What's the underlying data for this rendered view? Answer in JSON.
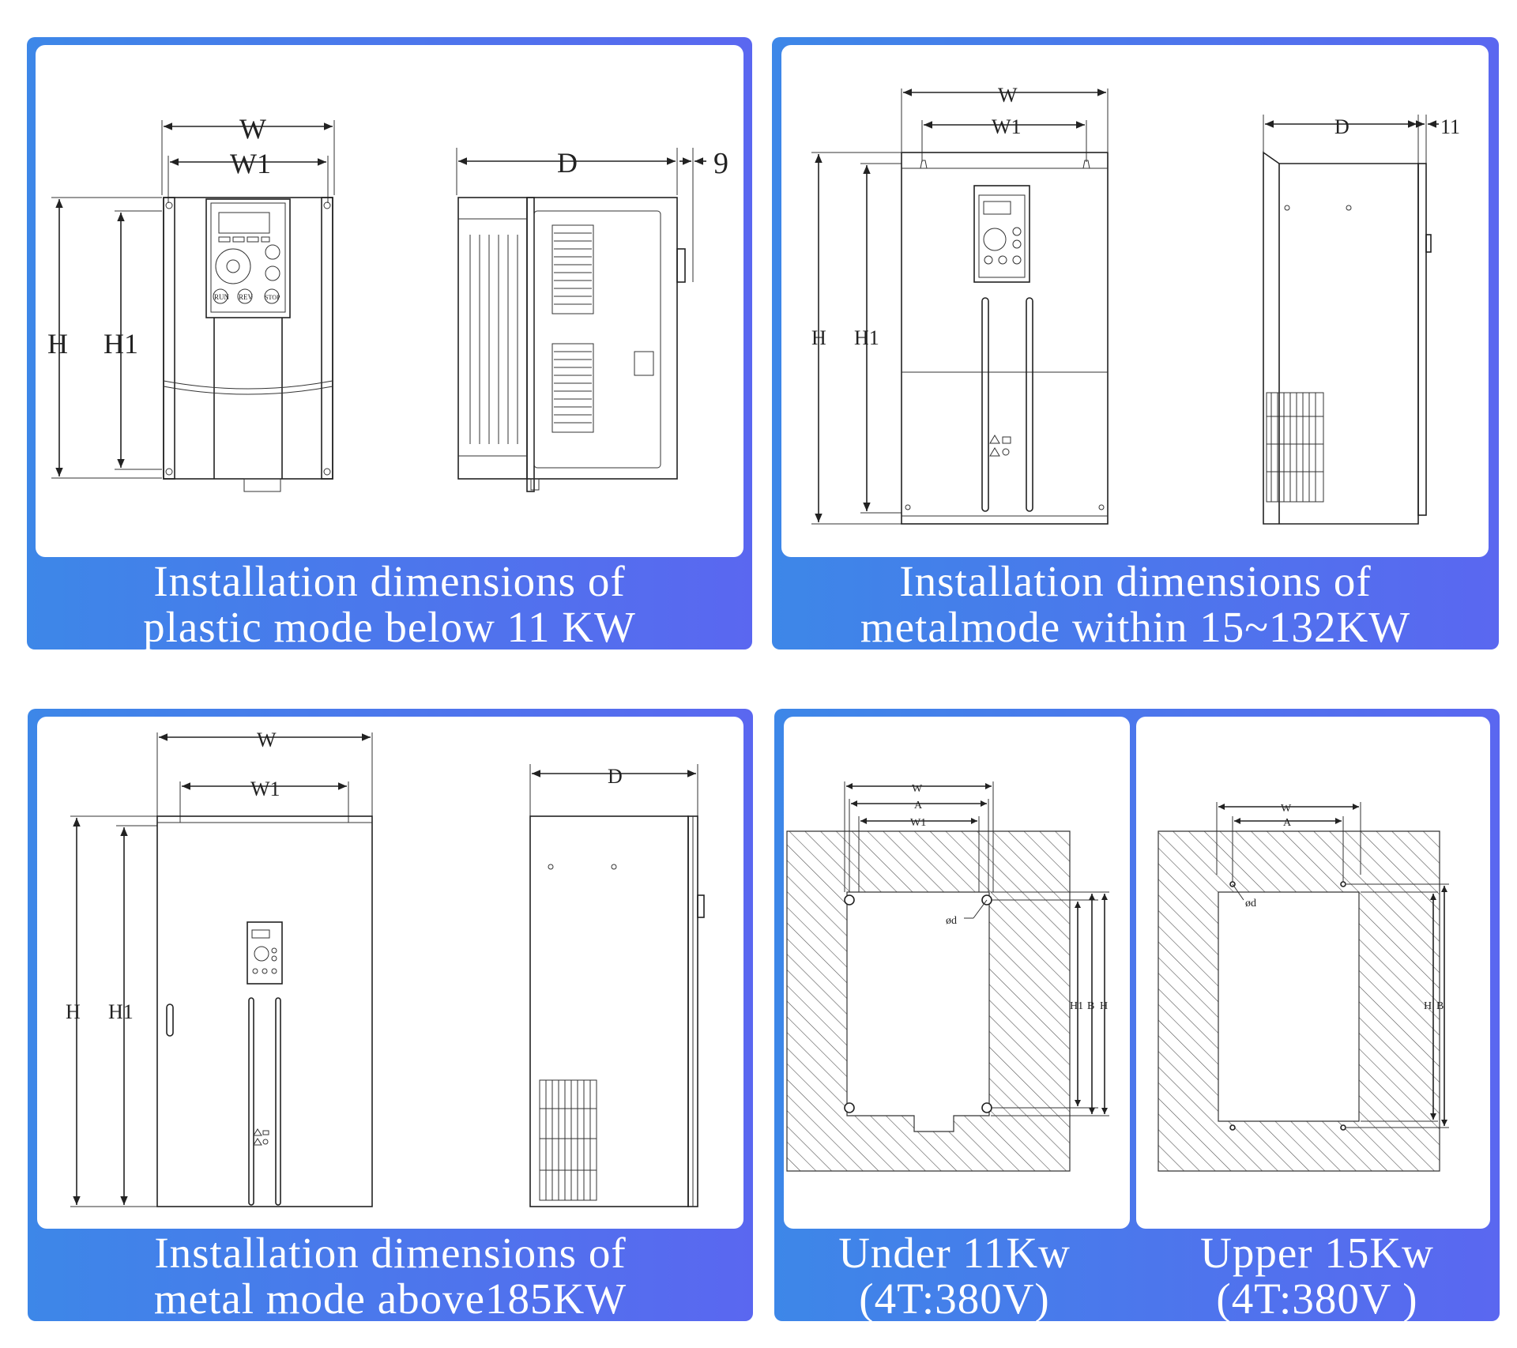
{
  "panels": {
    "p1": {
      "caption_line1": "Installation dimensions of",
      "caption_line2": "plastic mode below 11 KW",
      "labels": {
        "W": "W",
        "W1": "W1",
        "H": "H",
        "H1": "H1",
        "D": "D",
        "nine": "9",
        "run": "RUN",
        "rev": "REV",
        "stop": "STOP"
      }
    },
    "p2": {
      "caption_line1": "Installation dimensions of",
      "caption_line2": "metalmode within 15~132KW",
      "labels": {
        "W": "W",
        "W1": "W1",
        "H": "H",
        "H1": "H1",
        "D": "D",
        "eleven": "11"
      }
    },
    "p3": {
      "caption_line1": "Installation dimensions of",
      "caption_line2": "metal mode above185KW",
      "labels": {
        "W": "W",
        "W1": "W1",
        "H": "H",
        "H1": "H1",
        "D": "D"
      }
    },
    "p4": {
      "left_line1": "Under 11Kw",
      "left_line2": "(4T:380V)",
      "right_line1": "Upper  15Kw",
      "right_line2": "(4T:380V )",
      "labels": {
        "W": "W",
        "A": "A",
        "W1": "W1",
        "od": "ød",
        "H1": "H1",
        "B": "B",
        "H": "H"
      }
    }
  },
  "colors": {
    "panel_start": "#3d87e8",
    "panel_end": "#5a67f0"
  }
}
